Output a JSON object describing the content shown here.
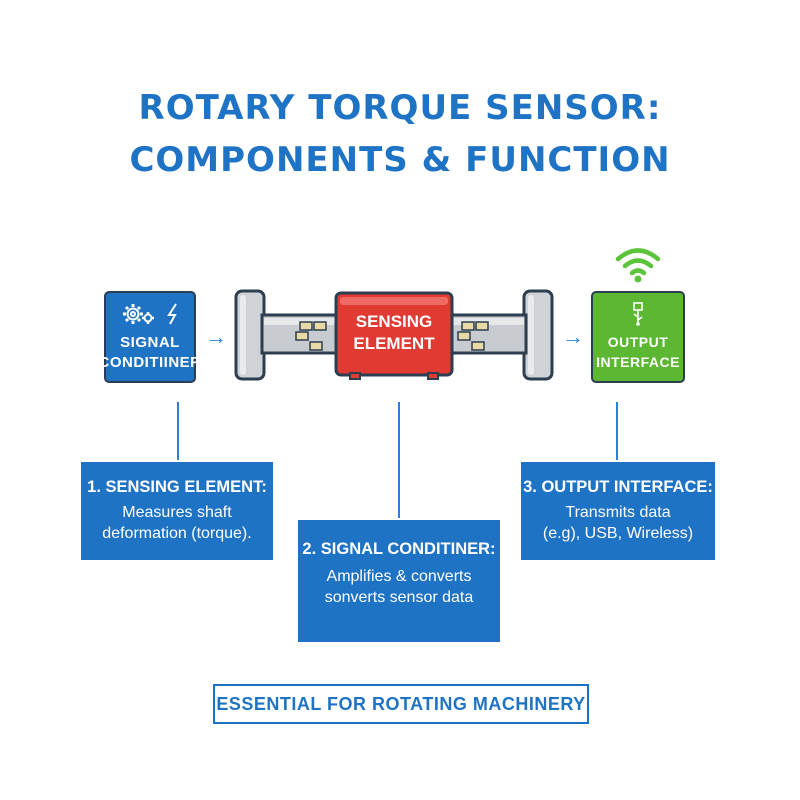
{
  "title": {
    "line1": "ROTARY TORQUE SENSOR:",
    "line2": "COMPONENTS & FUNCTION"
  },
  "diagram": {
    "signal_box": {
      "line1": "SIGNAL",
      "line2": "CONDITIINER",
      "icons": [
        "gears-icon",
        "lightning-icon"
      ]
    },
    "sensing_block": {
      "line1": "SENSING",
      "line2": "ELEMENT"
    },
    "output_box": {
      "line1": "OUTPUT",
      "line2": "INTERFACE",
      "icons": [
        "usb-icon",
        "wifi-icon"
      ]
    },
    "arrow_left": "→",
    "arrow_right": "→"
  },
  "info_boxes": [
    {
      "heading": "1. SENSING ELEMENT:",
      "lines": [
        "Measures shaft",
        "deformation (torque)."
      ]
    },
    {
      "heading": "2. SIGNAL CONDITINER:",
      "lines": [
        "Amplifies & converts",
        "sonverts sensor data"
      ]
    },
    {
      "heading": "3. OUTPUT INTERFACE:",
      "lines": [
        "Transmits data",
        "(e.g), USB, Wireless)"
      ]
    }
  ],
  "footer": "ESSENTIAL FOR ROTATING MACHINERY",
  "colors": {
    "primary_blue": "#1f73c4",
    "sensing_red": "#e03a33",
    "output_green": "#5cb832",
    "wifi_green": "#5cc43a",
    "shaft_gray": "#c8ccd0"
  }
}
